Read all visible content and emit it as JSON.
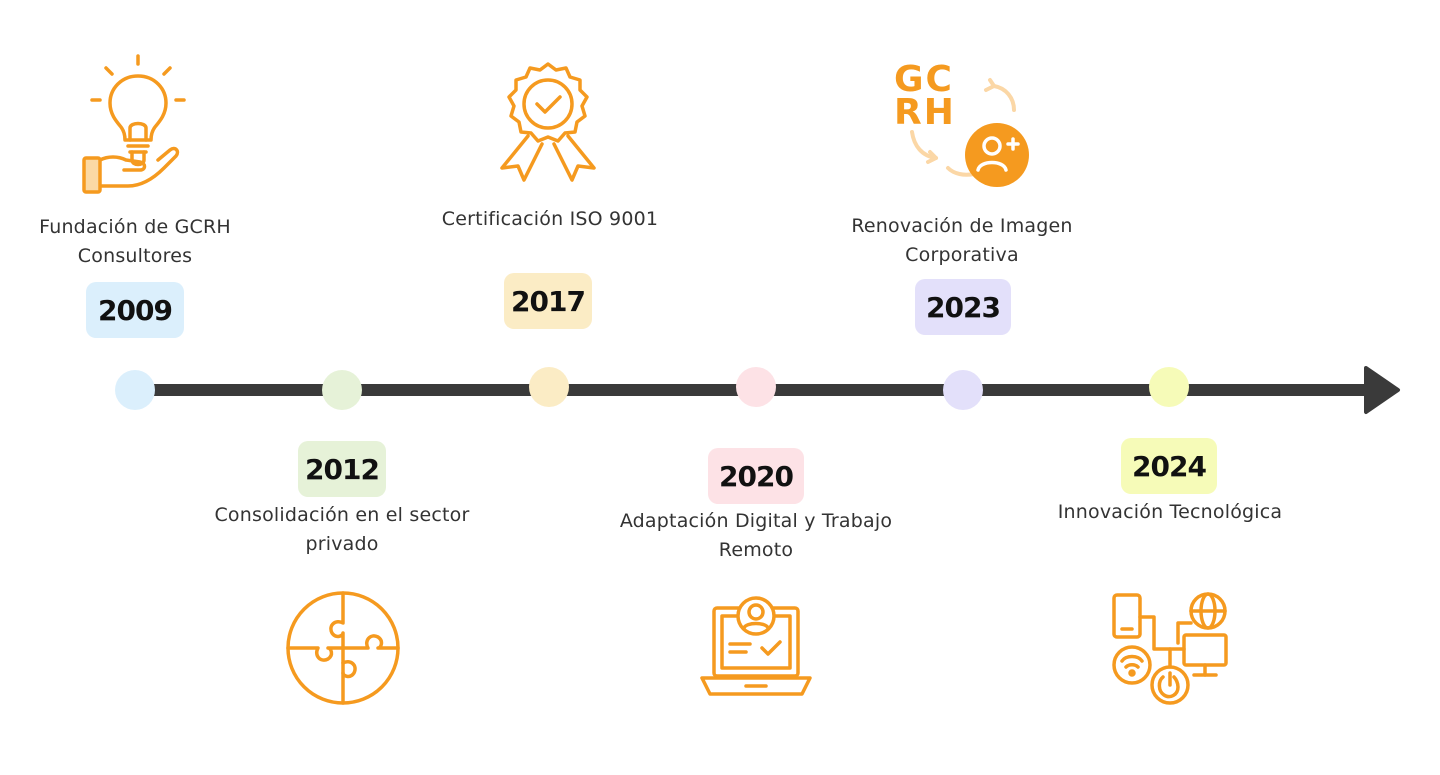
{
  "timeline": {
    "milestones": [
      {
        "year": "2009",
        "title": "Fundación de GCRH Consultores",
        "badge_color": "#dbeffc",
        "dot_color": "#dbeffc",
        "icon": "lightbulb-hand-icon"
      },
      {
        "year": "2012",
        "title": "Consolidación en el sector privado",
        "badge_color": "#e6f2d8",
        "dot_color": "#e6f2d8",
        "icon": "puzzle-icon"
      },
      {
        "year": "2017",
        "title": "Certificación ISO 9001",
        "badge_color": "#fbecc5",
        "dot_color": "#fbecc5",
        "icon": "award-badge-icon"
      },
      {
        "year": "2020",
        "title": "Adaptación Digital y Trabajo Remoto",
        "badge_color": "#fde2e6",
        "dot_color": "#fde2e6",
        "icon": "laptop-user-icon"
      },
      {
        "year": "2023",
        "title": "Renovación de Imagen Corporativa",
        "badge_color": "#e3e0fa",
        "dot_color": "#e3e0fa",
        "icon": "gcrh-logo-add-user-icon"
      },
      {
        "year": "2024",
        "title": "Innovación Tecnológica",
        "badge_color": "#f6fbb8",
        "dot_color": "#f6fbb8",
        "icon": "tech-devices-icon"
      }
    ],
    "line_color": "#3a3a3a",
    "icon_color": "#f59a1f",
    "logo_text": [
      "GC",
      "RH"
    ]
  }
}
